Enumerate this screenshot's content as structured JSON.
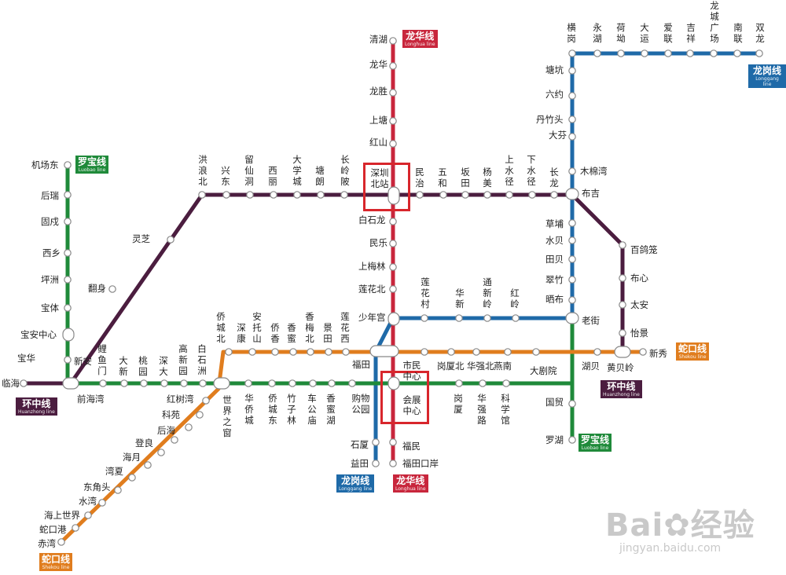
{
  "colors": {
    "longhua": "#c8263c",
    "longgang": "#1f6aa8",
    "luobao": "#1f8a3a",
    "shekou": "#e07d1e",
    "huanzhong": "#4b1d3f",
    "highlight": "#d8262c"
  },
  "lines": {
    "longhua": {
      "zh": "龙华线",
      "en": "Longhua line"
    },
    "longgang": {
      "zh": "龙岗线",
      "en": "Longgang line"
    },
    "luobao": {
      "zh": "罗宝线",
      "en": "Luobao line"
    },
    "shekou": {
      "zh": "蛇口线",
      "en": "Shekou line"
    },
    "huanzhong": {
      "zh": "环中线",
      "en": "Huanzhong line"
    }
  },
  "stations": {
    "qinghu": "清湖",
    "longhua": "龙华",
    "longsheng": "龙胜",
    "shangtang": "上塘",
    "hongshan": "红山",
    "shenzhen_north": "深圳北站",
    "baishilong": "白石龙",
    "minle": "民乐",
    "shangmeilin": "上梅林",
    "lianhuabei": "莲花北",
    "shaoniangong": "少年宫",
    "shimin_zhongxin": "市民中心",
    "huizhan_zhongxin": "会展中心",
    "futian": "福田",
    "gouwu_gongyuan": "购物公园",
    "shixia": "石厦",
    "yitian": "益田",
    "fumin": "福民",
    "futian_kouan": "福田口岸",
    "hongliang": "洪浪北",
    "xingdong": "兴东",
    "liuxiandong": "留仙洞",
    "xili": "西丽",
    "daxuecheng": "大学城",
    "tanglang": "塘朗",
    "changlingpi": "长岭陂",
    "minzhi": "民治",
    "wuhe": "五和",
    "bantian": "坂田",
    "yangmei": "杨美",
    "shangshuijing": "上水径",
    "xiashuijing": "下水径",
    "changlong": "长龙",
    "buji": "布吉",
    "mumianwan": "木棉湾",
    "dafen": "大芬",
    "danzhutou": "丹竹头",
    "liuyue": "六约",
    "tangkeng": "塘坑",
    "henggang": "横岗",
    "yonghu": "永湖",
    "heao": "荷坳",
    "dayun": "大运",
    "ailian": "爱联",
    "jixiang": "吉祥",
    "longcheng_guangchang": "龙城广场",
    "nanlian": "南联",
    "shuanglong": "双龙",
    "caopu": "草埔",
    "shuibei": "水贝",
    "tianbei": "田贝",
    "cuizhu": "翠竹",
    "shabu": "晒布",
    "laojie": "老街",
    "damingyuan": "大剧院",
    "guomao": "国贸",
    "luohu": "罗湖",
    "baigeli": "百鸽笼",
    "buxin": "布心",
    "taian": "太安",
    "yijing": "怡景",
    "huangbeiling": "黄贝岭",
    "hubei": "湖贝",
    "xinxiu": "新秀",
    "lianhuacun": "莲花村",
    "huaxin": "华新",
    "tongxinling": "通新岭",
    "hongling": "红岭",
    "gangxia_bei": "岗厦北",
    "huaqiang_bei": "华强北",
    "yannan": "燕南",
    "gangxia": "岗厦",
    "huaqiang_lu": "华强路",
    "kexueguan": "科学馆",
    "jichangdong": "机场东",
    "hourui": "后瑞",
    "gushu": "固戍",
    "xixiang": "西乡",
    "pingzhou": "坪洲",
    "baoti": "宝体",
    "baoan_zhongxin": "宝安中心",
    "baohua": "宝华",
    "linhai": "临海",
    "xinan": "新安",
    "qianhaiwan": "前海湾",
    "lingzhi": "灵芝",
    "fanshen": "翻身",
    "liyumen": "鲤鱼门",
    "daxin": "大新",
    "taoyuan": "桃园",
    "shenda": "深大",
    "gaoxinyuan": "高新园",
    "baishizhou": "白石洲",
    "qiaochengbei": "侨城北",
    "shenkang": "深康",
    "antuoshan": "安托山",
    "qiaoxiang": "侨香",
    "xiangmi": "香蜜",
    "xiangmeibei": "香梅北",
    "jingtian": "景田",
    "lianhuaxi": "莲花西",
    "shijiezhichuang": "世界之窗",
    "huaqiaocheng": "华侨城",
    "qiaochengdong": "侨城东",
    "zhuzilin": "竹子林",
    "chegongmiao": "车公庙",
    "xiangmihu": "香蜜湖",
    "hongshuwan": "红树湾",
    "keyuan": "科苑",
    "houhai": "后海",
    "dengliang": "登良",
    "haiyue": "海月",
    "wanxia": "湾夏",
    "dongjiaotou": "东角头",
    "shuiwan": "水湾",
    "haishangshijie": "海上世界",
    "shekougang": "蛇口港",
    "chiwan": "赤湾"
  },
  "watermark": {
    "brand": "Bai",
    "brand2": "经验",
    "url": "jingyan.baidu.com"
  }
}
